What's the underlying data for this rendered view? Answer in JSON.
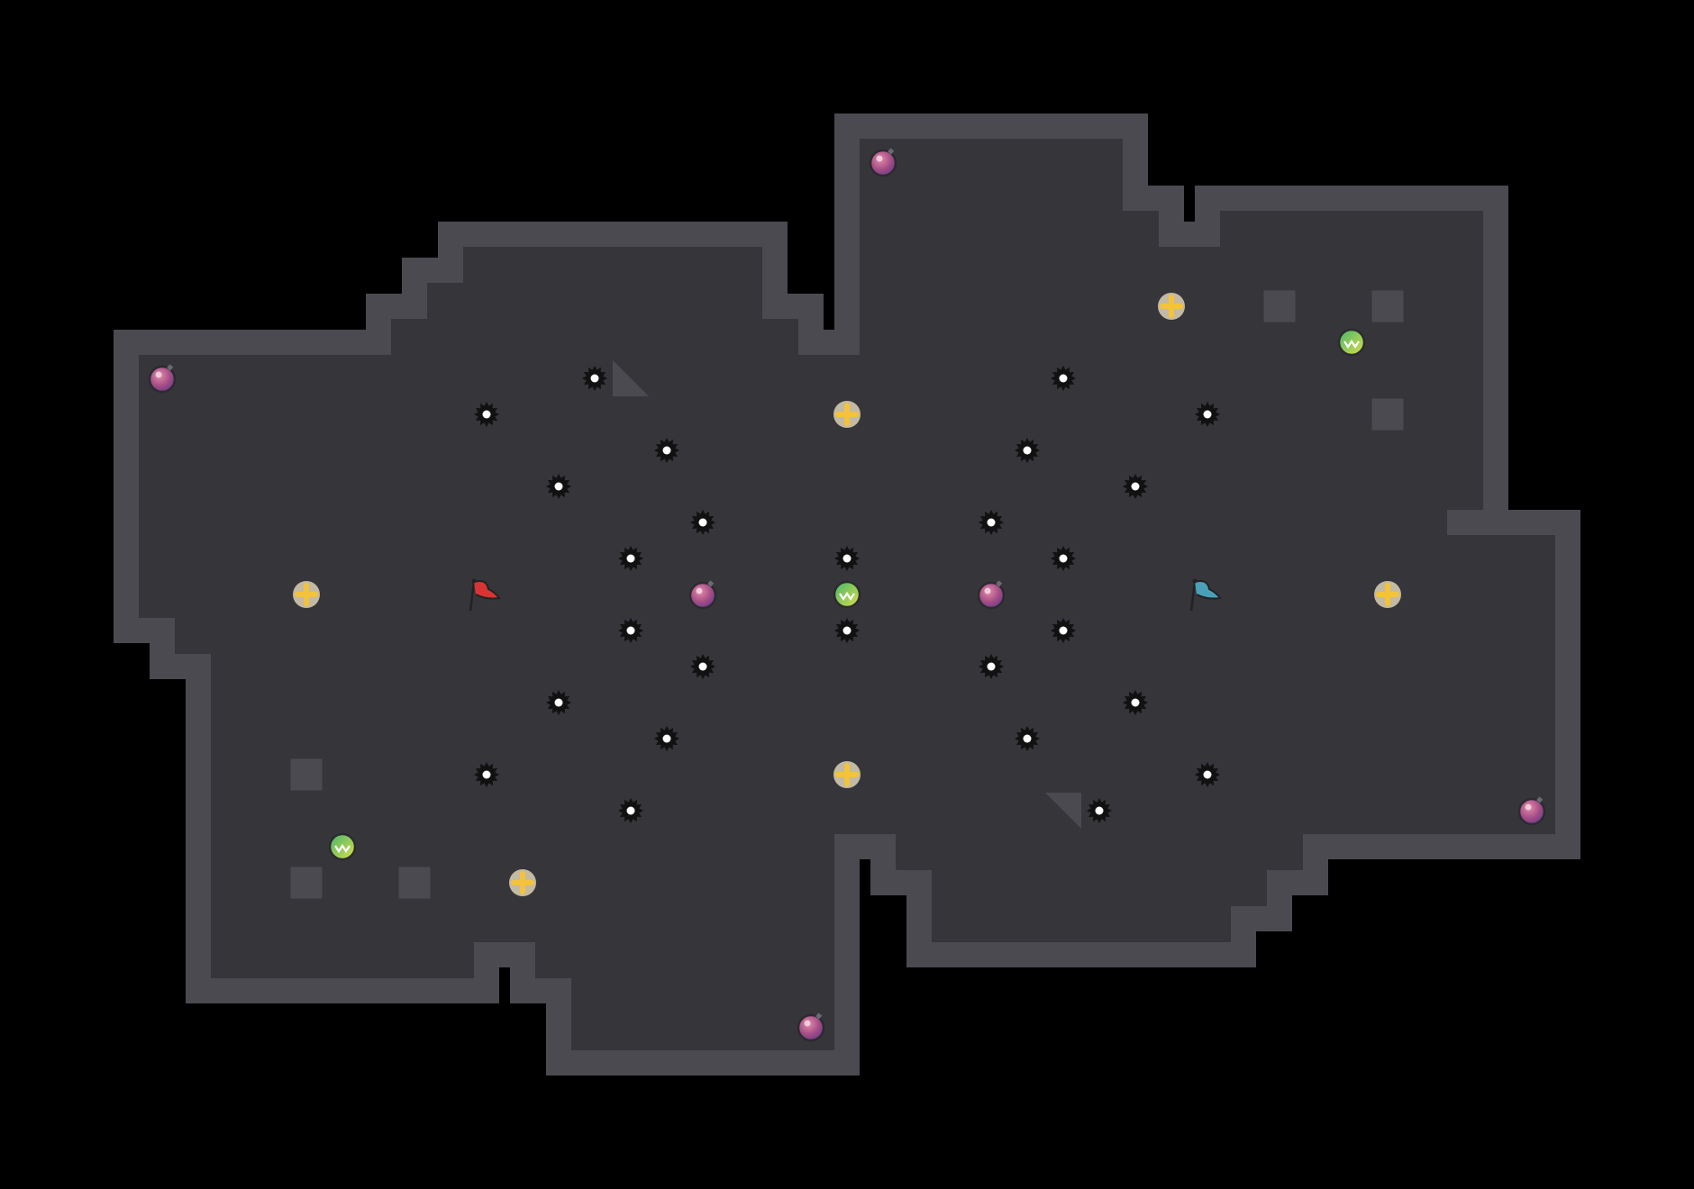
{
  "map": {
    "name": "arena-map",
    "colors": {
      "background": "#000000",
      "floor": "#e4e4e8",
      "grid_line": "#d0d0d6",
      "wall": "#4a4a50",
      "wall_edge": "#35353a",
      "spike": "#111111",
      "boost": "#f4c23c",
      "bomb": "#b04a7a",
      "powerup": "#6ec05a",
      "red_flag": "#d93434",
      "blue_flag": "#4aa0b8"
    }
  },
  "entities": {
    "red_flag": {
      "icon": "red-flag-icon",
      "cell": [
        13,
        16
      ]
    },
    "blue_flag": {
      "icon": "blue-flag-icon",
      "cell": [
        33,
        16
      ]
    },
    "bombs": [
      [
        4,
        10
      ],
      [
        24,
        4
      ],
      [
        19,
        16
      ],
      [
        27,
        16
      ],
      [
        42,
        22
      ],
      [
        22,
        28
      ]
    ],
    "powerups": [
      [
        23,
        16
      ],
      [
        37,
        9
      ],
      [
        9,
        23
      ]
    ],
    "boosts": [
      [
        8,
        16
      ],
      [
        23,
        11
      ],
      [
        32,
        8
      ],
      [
        38,
        16
      ],
      [
        23,
        21
      ],
      [
        14,
        24
      ]
    ],
    "spikes": [
      [
        16,
        10
      ],
      [
        13,
        11
      ],
      [
        18,
        12
      ],
      [
        15,
        13
      ],
      [
        19,
        14
      ],
      [
        17,
        15
      ],
      [
        17,
        17
      ],
      [
        19,
        18
      ],
      [
        15,
        19
      ],
      [
        18,
        20
      ],
      [
        13,
        21
      ],
      [
        17,
        22
      ],
      [
        23,
        15
      ],
      [
        23,
        17
      ],
      [
        29,
        10
      ],
      [
        33,
        11
      ],
      [
        28,
        12
      ],
      [
        31,
        13
      ],
      [
        27,
        14
      ],
      [
        29,
        15
      ],
      [
        29,
        17
      ],
      [
        27,
        18
      ],
      [
        31,
        19
      ],
      [
        28,
        20
      ],
      [
        33,
        21
      ],
      [
        30,
        22
      ]
    ],
    "blocks": [
      [
        35,
        8
      ],
      [
        38,
        8
      ],
      [
        38,
        11
      ],
      [
        8,
        21
      ],
      [
        8,
        24
      ],
      [
        11,
        24
      ]
    ]
  }
}
